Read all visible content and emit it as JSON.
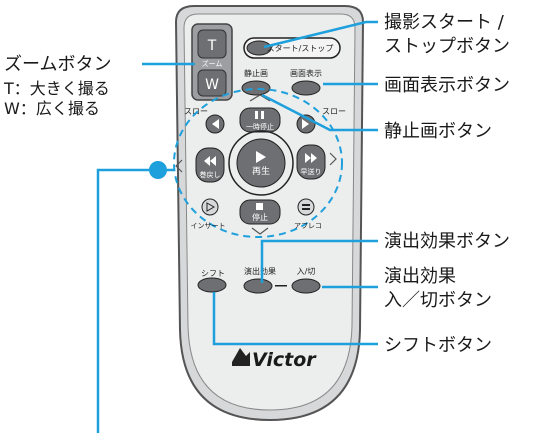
{
  "callouts": {
    "record": [
      "撮影スタート /",
      "ストップボタン"
    ],
    "display": "画面表示ボタン",
    "still": "静止画ボタン",
    "effect": "演出効果ボタン",
    "effect_onoff": [
      "演出効果",
      "入／切ボタン"
    ],
    "shift": "シフトボタン",
    "zoom": [
      "ズームボタン",
      "T：大きく撮る",
      "W：広く撮る"
    ]
  },
  "remote": {
    "zoom_t": "T",
    "zoom_label": "ズーム",
    "zoom_w": "W",
    "record_btn": "スタート/ストップ",
    "still_btn": "静止画",
    "display_btn": "画面表示",
    "slow_left": "スロー",
    "slow_right": "スロー",
    "pause": "一時停止",
    "rewind": "巻戻し",
    "play": "再生",
    "ff": "早送り",
    "stop": "停止",
    "insert": "インサート",
    "dub": "アフレコ",
    "shift_btn": "シフト",
    "effect_btn": "演出効果",
    "onoff_btn": "入/切",
    "brand": "Victor"
  },
  "colors": {
    "accent": "#1ea0dc",
    "remote_gray": "#d7d8da",
    "button_dark": "#6e6f72"
  }
}
